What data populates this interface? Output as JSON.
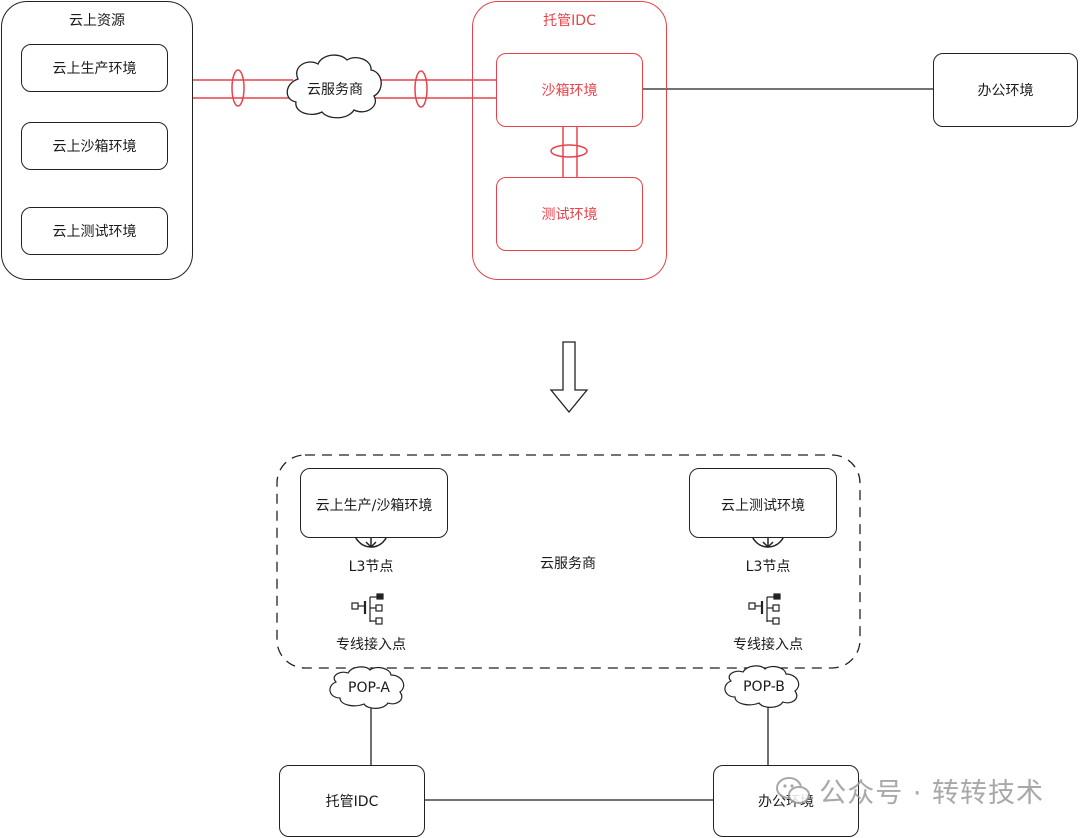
{
  "top": {
    "cloud_resources": {
      "title": "云上资源",
      "items": [
        "云上生产环境",
        "云上沙箱环境",
        "云上测试环境"
      ]
    },
    "cloud_provider": "云服务商",
    "hosted_idc": {
      "title": "托管IDC",
      "sandbox": "沙箱环境",
      "test": "测试环境"
    },
    "office": "办公环境"
  },
  "bottom": {
    "cloud_provider": "云服务商",
    "left_env": "云上生产/沙箱环境",
    "right_env": "云上测试环境",
    "l3_left": "L3节点",
    "l3_right": "L3节点",
    "access_left": "专线接入点",
    "access_right": "专线接入点",
    "pop_a": "POP-A",
    "pop_b": "POP-B",
    "hosted_idc": "托管IDC",
    "office": "办公环境"
  },
  "watermark": "公众号 · 转转技术",
  "colors": {
    "accent_red": "#e8424a",
    "line": "#222222"
  }
}
